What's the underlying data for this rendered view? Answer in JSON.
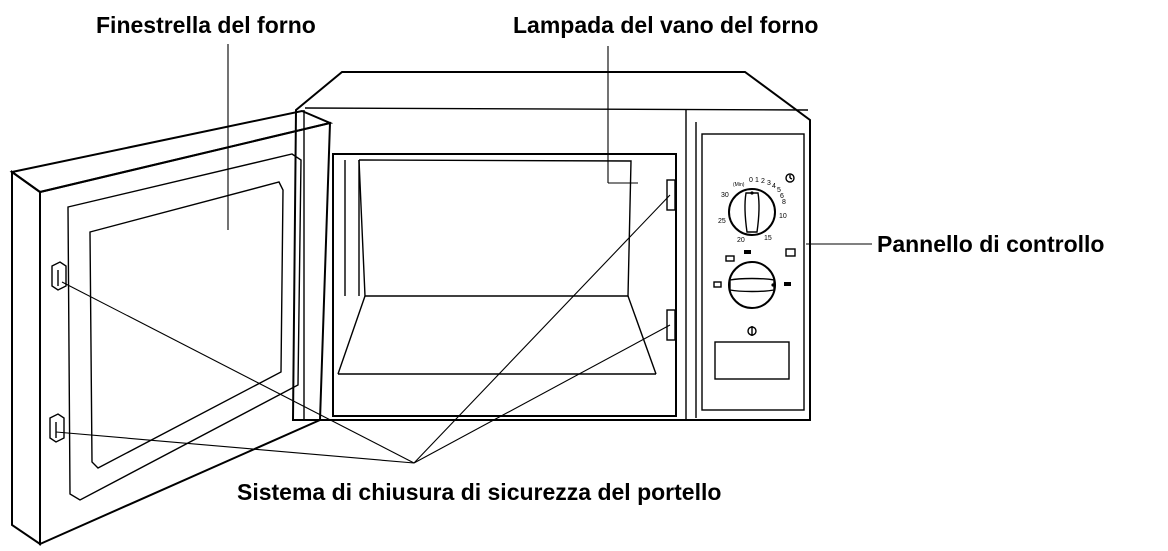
{
  "labels": {
    "window": "Finestrella del forno",
    "lamp": "Lampada del vano del forno",
    "panel": "Pannello di controllo",
    "lock": "Sistema di chiusura di sicurezza del portello"
  },
  "timer_dial": {
    "unit": "(Min)",
    "scale": [
      "0",
      "1",
      "2",
      "3",
      "4",
      "5",
      "6",
      "8",
      "10",
      "15",
      "20",
      "25",
      "30"
    ]
  }
}
